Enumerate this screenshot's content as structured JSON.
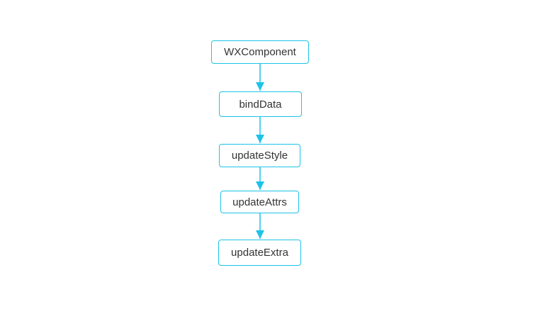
{
  "diagram": {
    "type": "flowchart",
    "accent_color": "#1cc3e8",
    "text_color": "#333333",
    "nodes": [
      {
        "id": "wxcomponent",
        "label": "WXComponent"
      },
      {
        "id": "binddata",
        "label": "bindData"
      },
      {
        "id": "updatestyle",
        "label": "updateStyle"
      },
      {
        "id": "updateattrs",
        "label": "updateAttrs"
      },
      {
        "id": "updateextra",
        "label": "updateExtra"
      }
    ],
    "edges": [
      {
        "from": "wxcomponent",
        "to": "binddata"
      },
      {
        "from": "binddata",
        "to": "updatestyle"
      },
      {
        "from": "updatestyle",
        "to": "updateattrs"
      },
      {
        "from": "updateattrs",
        "to": "updateextra"
      }
    ]
  }
}
